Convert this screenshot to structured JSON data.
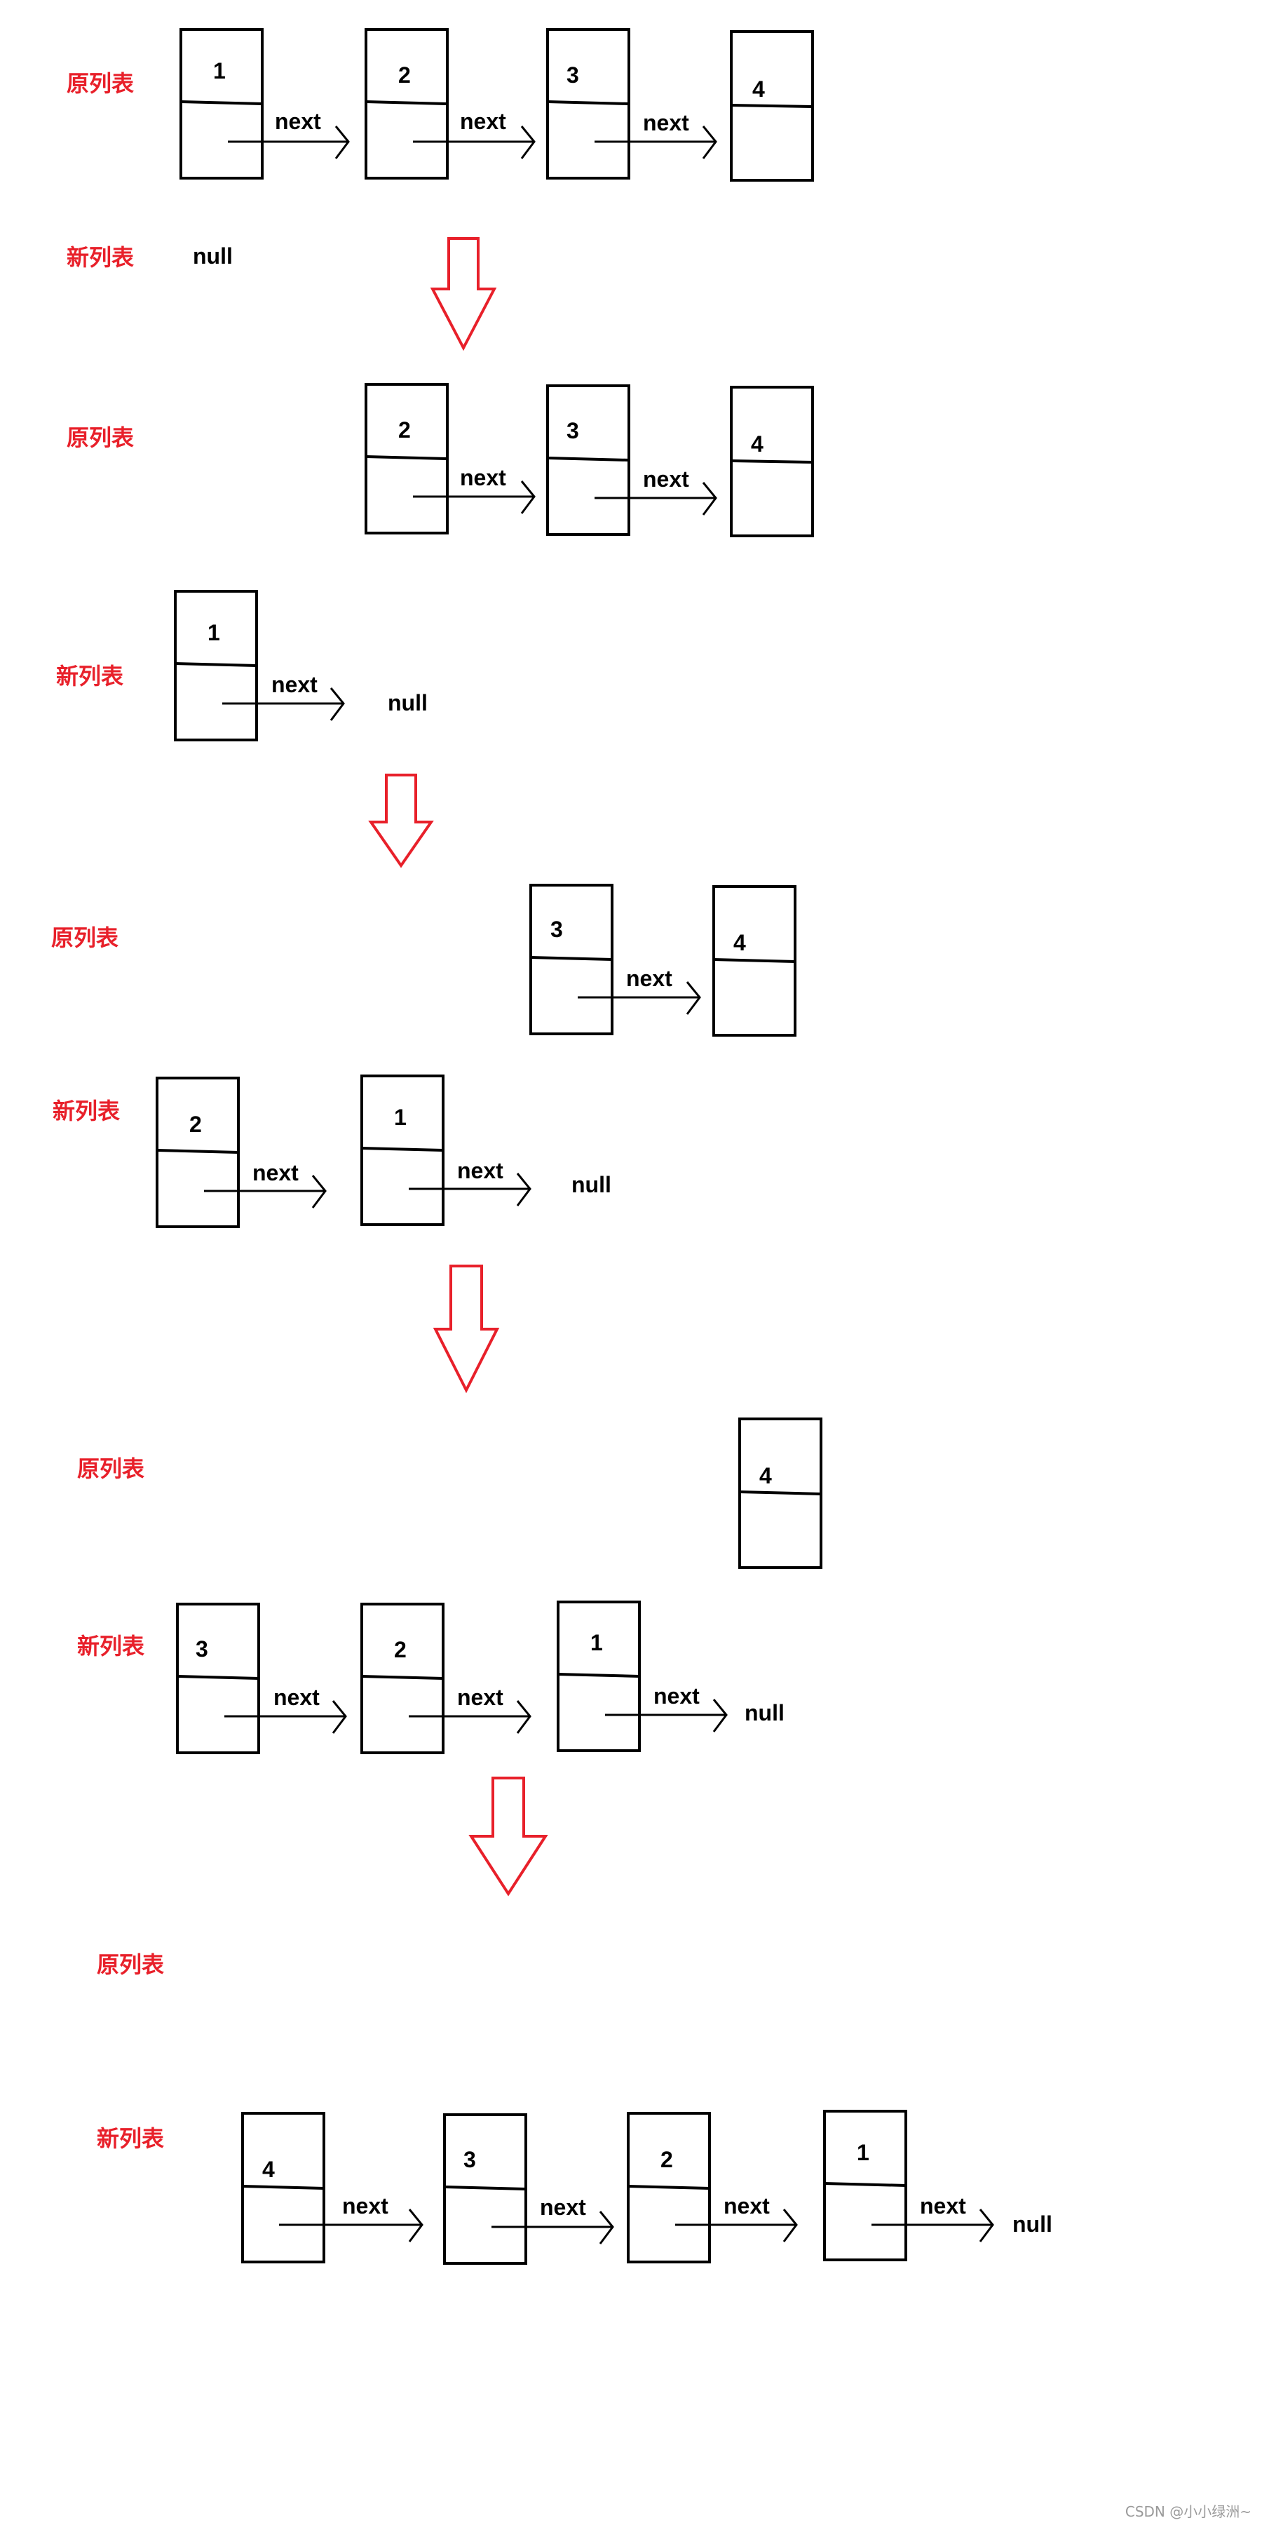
{
  "labels": {
    "original": "原列表",
    "new": "新列表",
    "next": "next",
    "null": "null"
  },
  "watermark": "CSDN @小小绿洲~",
  "colors": {
    "accent_red": "#e8202a",
    "stroke": "#000000",
    "background": "#ffffff"
  },
  "stages": [
    {
      "original": [
        "1",
        "2",
        "3",
        "4"
      ],
      "new": []
    },
    {
      "original": [
        "2",
        "3",
        "4"
      ],
      "new": [
        "1"
      ]
    },
    {
      "original": [
        "3",
        "4"
      ],
      "new": [
        "2",
        "1"
      ]
    },
    {
      "original": [
        "4"
      ],
      "new": [
        "3",
        "2",
        "1"
      ]
    },
    {
      "original": [],
      "new": [
        "4",
        "3",
        "2",
        "1"
      ]
    }
  ]
}
